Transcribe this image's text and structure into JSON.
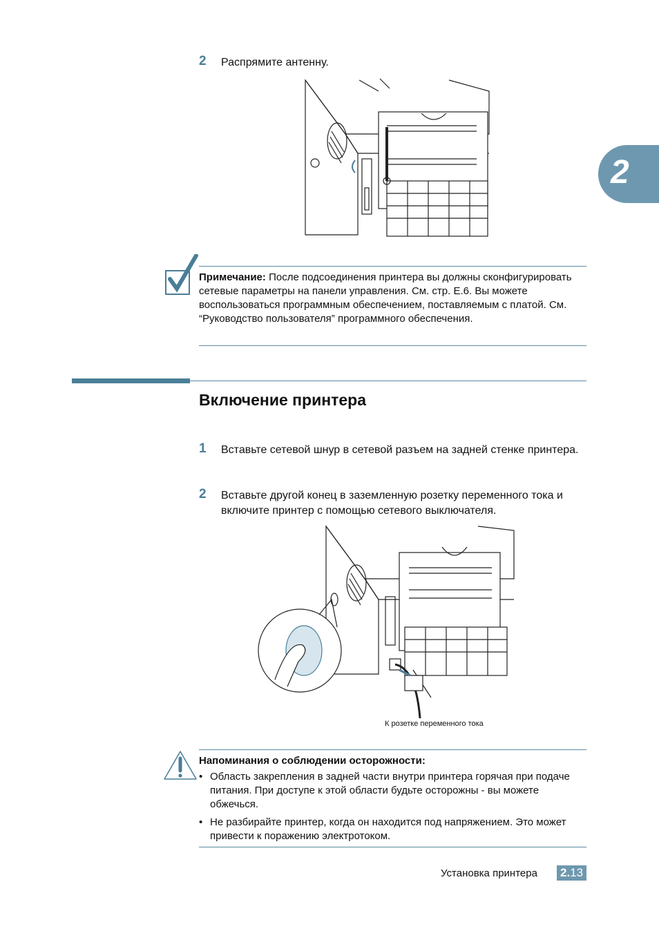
{
  "chapter_tab": "2",
  "step_antenna": {
    "num": "2",
    "text": "Распрямите антенну."
  },
  "note": {
    "label": "Примечание:",
    "text": "После подсоединения принтера вы должны сконфигурировать сетевые параметры на панели управления. См. стр. E.6. Вы можете воспользоваться программным обеспечением, поставляемым с платой. См. “Руководство пользователя” программного обеспечения."
  },
  "section_title": "Включение принтера",
  "steps": [
    {
      "num": "1",
      "text": "Вставьте сетевой шнур в сетевой разъем на задней стенке принтера."
    },
    {
      "num": "2",
      "text": "Вставьте другой конец в заземленную розетку переменного тока и включите принтер с помощью сетевого выключателя."
    }
  ],
  "figure_caption": "К розетке переменного тока",
  "caution": {
    "title": "Напоминания о соблюдении осторожности:",
    "items": [
      "Область закрепления в задней части внутри принтера горячая при подаче питания. При доступе к этой области будьте осторожны - вы можете обжечься.",
      "Не разбирайте принтер, когда он находится под напряжением. Это может привести к поражению электротоком."
    ]
  },
  "footer": {
    "label": "Установка принтера",
    "chapter": "2.",
    "page": "13"
  },
  "colors": {
    "accent": "#4a7e97",
    "tab": "#6e98af"
  }
}
